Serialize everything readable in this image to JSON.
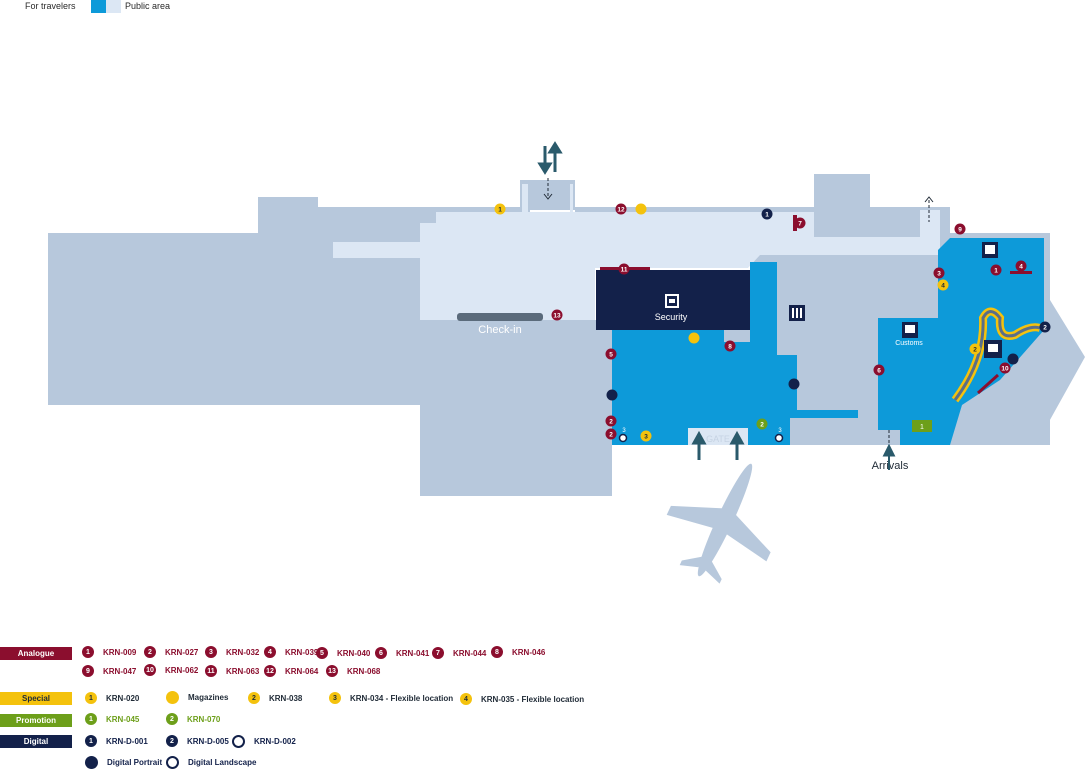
{
  "top_legend": {
    "for_travelers": "For travelers",
    "public_area": "Public area",
    "colors": {
      "travelers": "#0d9ad9",
      "public": "#dce7f4"
    }
  },
  "map": {
    "labels": {
      "check_in": "Check-in",
      "security": "Security",
      "customs": "Customs",
      "gate": "GATE",
      "arrivals": "Arrivals"
    },
    "colors": {
      "building": "#b7c8dc",
      "public": "#dce7f4",
      "travelers": "#0d9ad9",
      "security": "#13214a",
      "analogue": "#8b0e2e",
      "special": "#f4c20d",
      "promotion": "#6d9f1a",
      "digital": "#13214a",
      "arrow": "#2a5a6b"
    },
    "icons": [
      "security-scanner-icon",
      "restaurant-icon",
      "customs-icon",
      "atm-icon",
      "baggage-claim-icon",
      "airplane-icon"
    ],
    "markers": {
      "analogue": [
        "12",
        "7",
        "9",
        "11",
        "13",
        "5",
        "8",
        "2",
        "2",
        "3",
        "1",
        "4",
        "6",
        "10"
      ],
      "special": [
        "1",
        "4",
        "3",
        "2"
      ],
      "promotion": [
        "2",
        "1"
      ],
      "digital": [
        "1",
        "2"
      ],
      "landscape_numbers": [
        "3",
        "3"
      ]
    }
  },
  "legend": {
    "analogue": {
      "title": "Analogue",
      "items": [
        {
          "num": "1",
          "code": "KRN-009"
        },
        {
          "num": "2",
          "code": "KRN-027"
        },
        {
          "num": "3",
          "code": "KRN-032"
        },
        {
          "num": "4",
          "code": "KRN-039"
        },
        {
          "num": "5",
          "code": "KRN-040"
        },
        {
          "num": "6",
          "code": "KRN-041"
        },
        {
          "num": "7",
          "code": "KRN-044"
        },
        {
          "num": "8",
          "code": "KRN-046"
        },
        {
          "num": "9",
          "code": "KRN-047"
        },
        {
          "num": "10",
          "code": "KRN-062"
        },
        {
          "num": "11",
          "code": "KRN-063"
        },
        {
          "num": "12",
          "code": "KRN-064"
        },
        {
          "num": "13",
          "code": "KRN-068"
        }
      ]
    },
    "special": {
      "title": "Special",
      "items": [
        {
          "num": "1",
          "code": "KRN-020"
        },
        {
          "num": "",
          "code": "Magazines"
        },
        {
          "num": "2",
          "code": "KRN-038"
        },
        {
          "num": "3",
          "code": "KRN-034 - Flexible location"
        },
        {
          "num": "4",
          "code": "KRN-035 - Flexible location"
        }
      ]
    },
    "promotion": {
      "title": "Promotion",
      "items": [
        {
          "num": "1",
          "code": "KRN-045"
        },
        {
          "num": "2",
          "code": "KRN-070"
        }
      ]
    },
    "digital": {
      "title": "Digital",
      "items": [
        {
          "num": "1",
          "code": "KRN-D-001"
        },
        {
          "num": "2",
          "code": "KRN-D-005"
        },
        {
          "num": "",
          "code": "KRN-D-002"
        }
      ],
      "portrait": "Digital Portrait",
      "landscape": "Digital Landscape"
    }
  }
}
